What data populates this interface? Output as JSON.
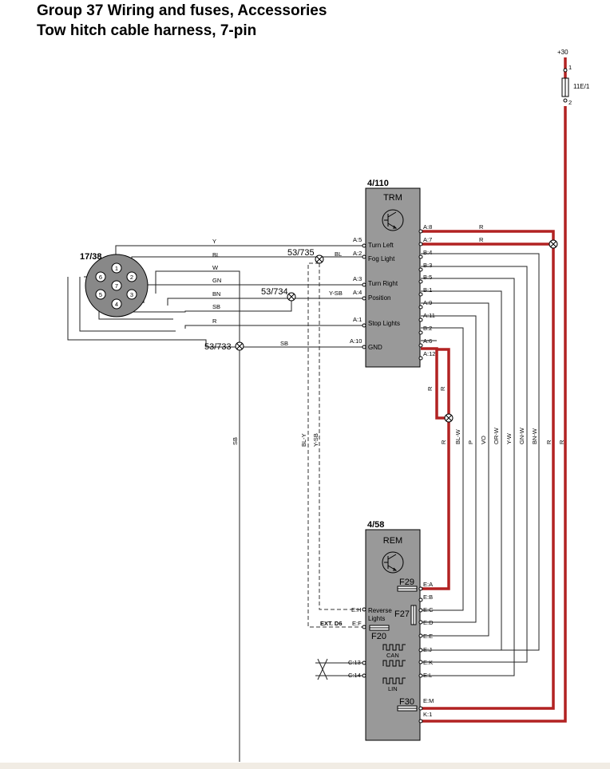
{
  "title": {
    "line1": "Group 37 Wiring and fuses, Accessories",
    "line2": "Tow hitch cable harness, 7-pin"
  },
  "supply": {
    "label": "+30",
    "fuse": "11E/1",
    "pin_top": "1",
    "pin_bottom": "2"
  },
  "connector": {
    "id": "17/38",
    "pins": [
      "1",
      "2",
      "3",
      "4",
      "5",
      "6",
      "7"
    ]
  },
  "splices": {
    "s735": "53/735",
    "s734": "53/734",
    "s733": "53/733"
  },
  "trm": {
    "id": "4/110",
    "name": "TRM",
    "functions": {
      "turn_left": "Turn Left",
      "fog_light": "Fog Light",
      "turn_right": "Turn Right",
      "position": "Position",
      "stop_lights": "Stop Lights",
      "gnd": "GND"
    },
    "left_pins": {
      "a5": "A:5",
      "a2": "A:2",
      "a3": "A:3",
      "a4": "A:4",
      "a1": "A:1",
      "a10": "A:10"
    },
    "right_pins": [
      "A:8",
      "A:7",
      "B:4",
      "B:3",
      "B:5",
      "B:1",
      "A:9",
      "A:11",
      "B:2",
      "A:6",
      "A:12"
    ]
  },
  "wires": {
    "y": "Y",
    "bl": "BL",
    "w": "W",
    "gn": "GN",
    "bn": "BN",
    "sb": "SB",
    "r": "R",
    "bl2": "BL",
    "ysb": "Y-SB",
    "sb2": "SB",
    "sb_v": "SB",
    "bly": "BL-Y",
    "ysb_v": "Y-SB",
    "r_a8": "R",
    "r_a7": "R",
    "r_a12": "R",
    "r_a12b": "R",
    "vertical": [
      "R",
      "BL-W",
      "P",
      "VO",
      "OR-W",
      "Y-W",
      "GN-W",
      "BN-W",
      "R",
      "R"
    ]
  },
  "rem": {
    "id": "4/58",
    "name": "REM",
    "fuses": {
      "f29": "F29",
      "f27": "F27",
      "f20": "F20",
      "f30": "F30"
    },
    "reverse": [
      "Reverse",
      "Lights"
    ],
    "ext": "EXT. D6",
    "pins_left": {
      "eh": "E:H",
      "ef": "E:F",
      "c13": "C:13",
      "c14": "C:14"
    },
    "pins_right": [
      "E:A",
      "E:B",
      "E:C",
      "E:D",
      "E:E",
      "E:J",
      "E:K",
      "E:L",
      "E:M",
      "K:1"
    ],
    "can": "CAN",
    "lin": "LIN"
  }
}
